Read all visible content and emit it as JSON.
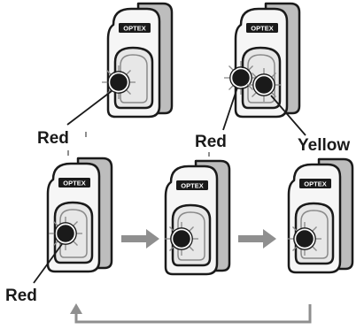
{
  "labels": {
    "top_left_led": "Red",
    "top_right_led_left": "Red",
    "top_right_led_right": "Yellow",
    "bottom_left_led": "Red"
  },
  "brand_text": "OPTEX",
  "colors": {
    "outline": "#1a1a1a",
    "body_shadow": "#bdbdbd",
    "cover": "#f6f6f6",
    "lens": "#e7e7e7",
    "arrow": "#8f8f8f"
  }
}
